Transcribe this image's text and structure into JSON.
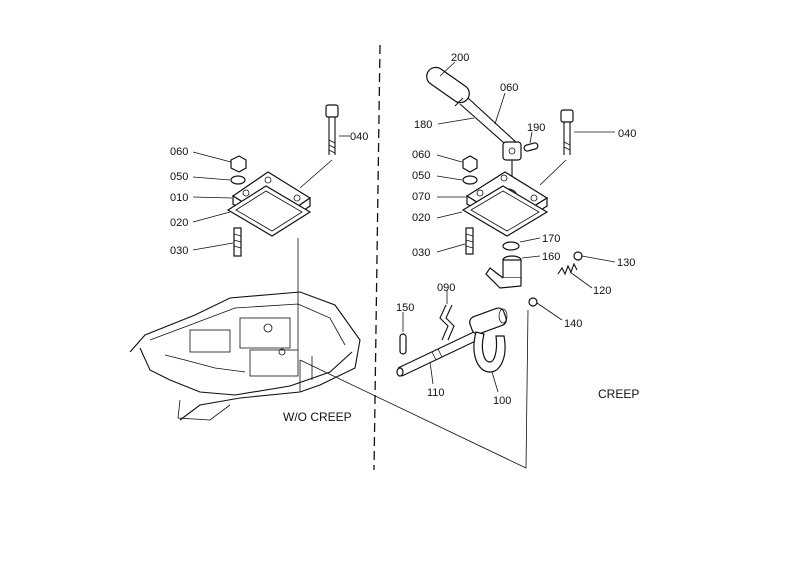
{
  "sections": {
    "without_creep": "W/O CREEP",
    "creep": "CREEP"
  },
  "callouts": {
    "left": {
      "p040": "040",
      "p060": "060",
      "p050": "050",
      "p010": "010",
      "p020": "020",
      "p030": "030"
    },
    "right": {
      "p200": "200",
      "p060b": "060",
      "p180": "180",
      "p190": "190",
      "p040": "040",
      "p060": "060",
      "p050": "050",
      "p070": "070",
      "p020": "020",
      "p170": "170",
      "p030": "030",
      "p160": "160",
      "p130": "130",
      "p120": "120",
      "p090": "090",
      "p150": "150",
      "p140": "140",
      "p110": "110",
      "p100": "100"
    }
  },
  "colors": {
    "ink": "#111111",
    "background": "#ffffff"
  }
}
